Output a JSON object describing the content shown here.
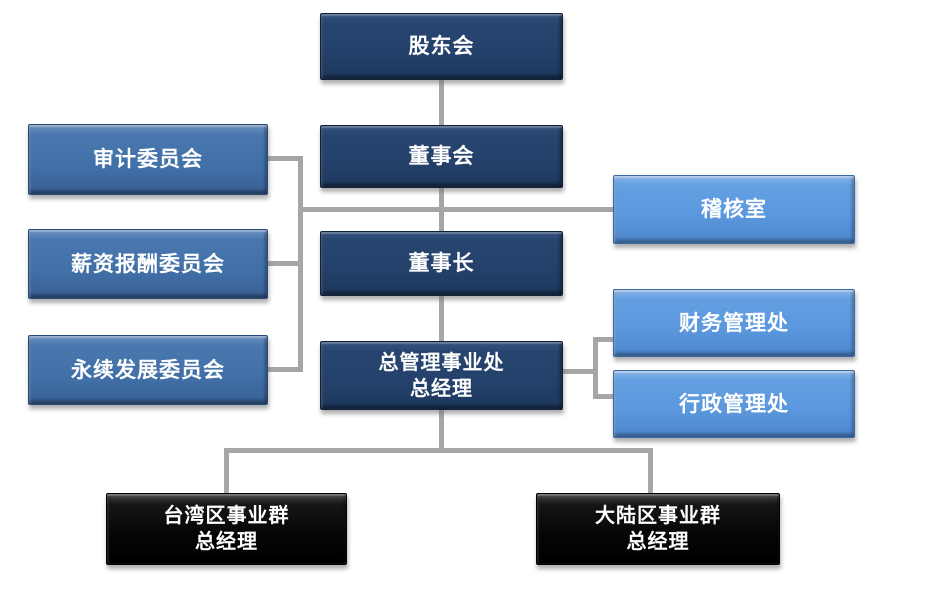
{
  "diagram": {
    "type": "org-chart",
    "connector_color": "#A6A6A6",
    "palette": {
      "dark_navy": "#24416B",
      "medium_blue": "#4170A8",
      "light_blue": "#5B97DD",
      "black": "#000000",
      "text": "#FFFFFF"
    },
    "nodes": {
      "shareholders": {
        "label": "股东会",
        "color_role": "dark_navy"
      },
      "board": {
        "label": "董事会",
        "color_role": "dark_navy"
      },
      "chairman": {
        "label": "董事长",
        "color_role": "dark_navy"
      },
      "gm_division": {
        "label": "总管理事业处\n总经理",
        "color_role": "dark_navy"
      },
      "audit_committee": {
        "label": "审计委员会",
        "color_role": "medium_blue"
      },
      "compensation_committee": {
        "label": "薪资报酬委员会",
        "color_role": "medium_blue"
      },
      "sustainability_committee": {
        "label": "永续发展委员会",
        "color_role": "medium_blue"
      },
      "audit_office": {
        "label": "稽核室",
        "color_role": "light_blue"
      },
      "finance_office": {
        "label": "财务管理处",
        "color_role": "light_blue"
      },
      "admin_office": {
        "label": "行政管理处",
        "color_role": "light_blue"
      },
      "taiwan_group": {
        "label": "台湾区事业群\n总经理",
        "color_role": "black"
      },
      "mainland_group": {
        "label": "大陆区事业群\n总经理",
        "color_role": "black"
      }
    },
    "edges": [
      {
        "from": "shareholders",
        "to": "board"
      },
      {
        "from": "board",
        "to": "chairman"
      },
      {
        "from": "board",
        "to": "audit_committee"
      },
      {
        "from": "board",
        "to": "compensation_committee"
      },
      {
        "from": "board",
        "to": "sustainability_committee"
      },
      {
        "from": "board",
        "to": "audit_office"
      },
      {
        "from": "chairman",
        "to": "gm_division"
      },
      {
        "from": "gm_division",
        "to": "finance_office"
      },
      {
        "from": "gm_division",
        "to": "admin_office"
      },
      {
        "from": "gm_division",
        "to": "taiwan_group"
      },
      {
        "from": "gm_division",
        "to": "mainland_group"
      }
    ]
  }
}
